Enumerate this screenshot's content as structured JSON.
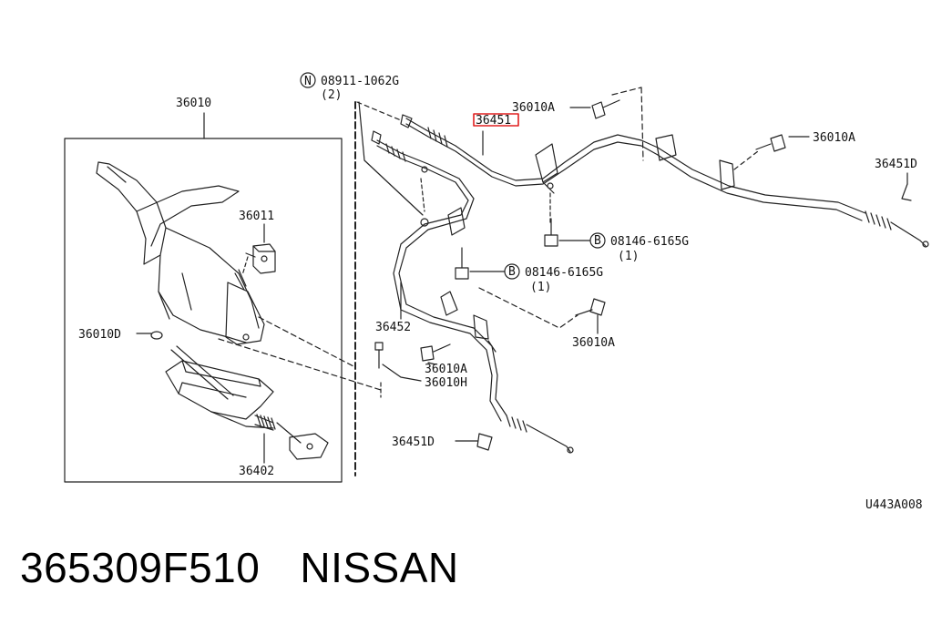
{
  "callouts": {
    "lever_assembly": "36010",
    "lever_bracket": "36011",
    "washer_left": "36010D",
    "boot_cable": "36402",
    "nut_ref": "08911-1062G",
    "nut_ref_symbol": "N",
    "nut_qty": "(2)",
    "front_cable_highlighted": "36451",
    "bolt_top": "36010A",
    "bolt_right": "36010A",
    "clip_right": "36451D",
    "bolt_b_upper": "08146-6165G",
    "bolt_b_upper_symbol": "B",
    "bolt_b_upper_qty": "(1)",
    "bolt_b_lower": "08146-6165G",
    "bolt_b_lower_symbol": "B",
    "bolt_b_lower_qty": "(1)",
    "rear_cable_left": "36452",
    "bolt_mid_right": "36010A",
    "bolt_mid_left": "36010A",
    "bolt_h": "36010H",
    "clip_left": "36451D"
  },
  "diagram_code": "U443A008",
  "caption": {
    "part_number": "365309F510",
    "brand": "NISSAN"
  },
  "colors": {
    "line": "#222222",
    "highlight": "#e02020"
  }
}
